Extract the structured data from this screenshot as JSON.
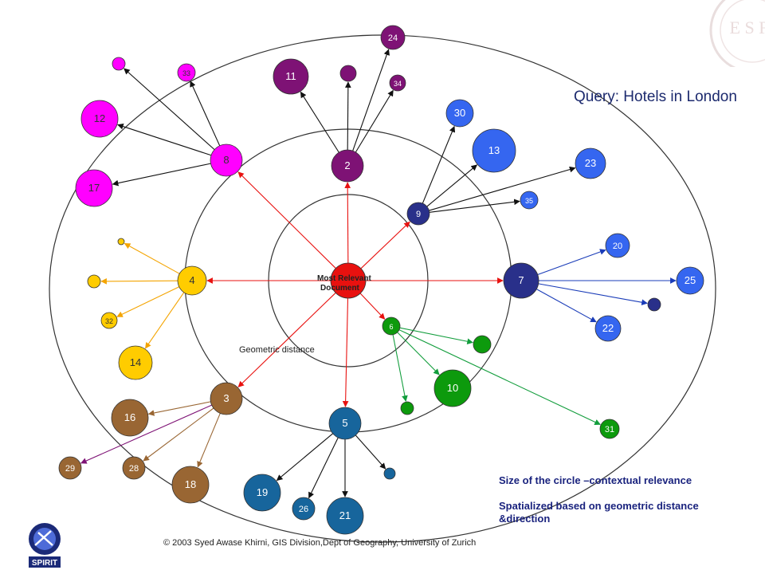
{
  "title": "Query: Hotels in London",
  "center_label": {
    "line1": "Most Relevant",
    "line2": "Document"
  },
  "geometric_label": "Geometric distance",
  "notes": [
    "Size of the circle –contextual relevance",
    "",
    "Spatialized based on geometric distance",
    "&direction"
  ],
  "copyright": "© 2003 Syed Awase Khirni, GIS Division,Dept of Geography, University of Zurich",
  "logo_text": "SPIRIT",
  "seal_text": "E S F",
  "colors": {
    "center": "#e8110f",
    "magenta": "#ff00ff",
    "purple": "#7e1275",
    "blue": "#3566f0",
    "navy": "#29308a",
    "gold": "#ffcc00",
    "brown": "#996633",
    "green": "#0d9a0d",
    "teal": "#17659c",
    "arrow_red": "#e8110f",
    "arrow_gold": "#f4a400",
    "arrow_green": "#129d3c",
    "arrow_brown": "#996633",
    "arrow_blue": "#1a3cb8",
    "text_navy": "#1a237e"
  },
  "nodes": [
    {
      "id": "center",
      "label": "",
      "group": "center"
    },
    {
      "id": "n2",
      "label": "2",
      "group": "purple"
    },
    {
      "id": "n3",
      "label": "3",
      "group": "brown"
    },
    {
      "id": "n4",
      "label": "4",
      "group": "gold"
    },
    {
      "id": "n5",
      "label": "5",
      "group": "teal"
    },
    {
      "id": "n6",
      "label": "6",
      "group": "green"
    },
    {
      "id": "n7",
      "label": "7",
      "group": "navy"
    },
    {
      "id": "n8",
      "label": "8",
      "group": "magenta"
    },
    {
      "id": "n9",
      "label": "9",
      "group": "navy"
    },
    {
      "id": "n10",
      "label": "10",
      "group": "green"
    },
    {
      "id": "n11",
      "label": "11",
      "group": "purple"
    },
    {
      "id": "n12",
      "label": "12",
      "group": "magenta"
    },
    {
      "id": "n13",
      "label": "13",
      "group": "blue"
    },
    {
      "id": "n14",
      "label": "14",
      "group": "gold"
    },
    {
      "id": "n16",
      "label": "16",
      "group": "brown"
    },
    {
      "id": "n17",
      "label": "17",
      "group": "magenta"
    },
    {
      "id": "n18",
      "label": "18",
      "group": "brown"
    },
    {
      "id": "n19",
      "label": "19",
      "group": "teal"
    },
    {
      "id": "n20",
      "label": "20",
      "group": "blue"
    },
    {
      "id": "n21",
      "label": "21",
      "group": "teal"
    },
    {
      "id": "n22",
      "label": "22",
      "group": "blue"
    },
    {
      "id": "n23",
      "label": "23",
      "group": "blue"
    },
    {
      "id": "n24",
      "label": "24",
      "group": "purple"
    },
    {
      "id": "n25",
      "label": "25",
      "group": "blue"
    },
    {
      "id": "n26",
      "label": "26",
      "group": "teal"
    },
    {
      "id": "n28",
      "label": "28",
      "group": "brown"
    },
    {
      "id": "n29",
      "label": "29",
      "group": "brown"
    },
    {
      "id": "n30",
      "label": "30",
      "group": "blue"
    },
    {
      "id": "n31",
      "label": "31",
      "group": "green"
    },
    {
      "id": "n32",
      "label": "32",
      "group": "gold"
    },
    {
      "id": "n33",
      "label": "33",
      "group": "magenta"
    },
    {
      "id": "n34",
      "label": "34",
      "group": "purple"
    },
    {
      "id": "n35",
      "label": "35",
      "group": "blue"
    },
    {
      "id": "u_purple",
      "label": "",
      "group": "purple"
    },
    {
      "id": "u_magenta",
      "label": "",
      "group": "magenta"
    },
    {
      "id": "u_gold_small",
      "label": "",
      "group": "gold"
    },
    {
      "id": "u_gold",
      "label": "",
      "group": "gold"
    },
    {
      "id": "u_green_a",
      "label": "",
      "group": "green"
    },
    {
      "id": "u_green_b",
      "label": "",
      "group": "green"
    },
    {
      "id": "u_teal",
      "label": "",
      "group": "teal"
    },
    {
      "id": "u_navy",
      "label": "",
      "group": "navy"
    }
  ],
  "edges": [
    {
      "from": "center",
      "to": "n2",
      "color": "arrow_red"
    },
    {
      "from": "center",
      "to": "n3",
      "color": "arrow_red"
    },
    {
      "from": "center",
      "to": "n4",
      "color": "arrow_red"
    },
    {
      "from": "center",
      "to": "n5",
      "color": "arrow_red"
    },
    {
      "from": "center",
      "to": "n6",
      "color": "arrow_red"
    },
    {
      "from": "center",
      "to": "n7",
      "color": "arrow_red"
    },
    {
      "from": "center",
      "to": "n8",
      "color": "arrow_red"
    },
    {
      "from": "center",
      "to": "n9",
      "color": "arrow_red"
    },
    {
      "from": "n2",
      "to": "n11",
      "color": "black"
    },
    {
      "from": "n2",
      "to": "u_purple",
      "color": "black"
    },
    {
      "from": "n2",
      "to": "n24",
      "color": "black"
    },
    {
      "from": "n2",
      "to": "n34",
      "color": "black"
    },
    {
      "from": "n8",
      "to": "u_magenta",
      "color": "black"
    },
    {
      "from": "n8",
      "to": "n33",
      "color": "black"
    },
    {
      "from": "n8",
      "to": "n12",
      "color": "black"
    },
    {
      "from": "n8",
      "to": "n17",
      "color": "black"
    },
    {
      "from": "n9",
      "to": "n30",
      "color": "black"
    },
    {
      "from": "n9",
      "to": "n13",
      "color": "black"
    },
    {
      "from": "n9",
      "to": "n23",
      "color": "black"
    },
    {
      "from": "n9",
      "to": "n35",
      "color": "black"
    },
    {
      "from": "n4",
      "to": "u_gold_small",
      "color": "arrow_gold"
    },
    {
      "from": "n4",
      "to": "u_gold",
      "color": "arrow_gold"
    },
    {
      "from": "n4",
      "to": "n32",
      "color": "arrow_gold"
    },
    {
      "from": "n4",
      "to": "n14",
      "color": "arrow_gold"
    },
    {
      "from": "n7",
      "to": "n20",
      "color": "arrow_blue"
    },
    {
      "from": "n7",
      "to": "n25",
      "color": "arrow_blue"
    },
    {
      "from": "n7",
      "to": "u_navy",
      "color": "arrow_blue"
    },
    {
      "from": "n7",
      "to": "n22",
      "color": "arrow_blue"
    },
    {
      "from": "n6",
      "to": "u_green_a",
      "color": "arrow_green"
    },
    {
      "from": "n6",
      "to": "n10",
      "color": "arrow_green"
    },
    {
      "from": "n6",
      "to": "u_green_b",
      "color": "arrow_green"
    },
    {
      "from": "n6",
      "to": "n31",
      "color": "arrow_green"
    },
    {
      "from": "n3",
      "to": "n16",
      "color": "arrow_brown"
    },
    {
      "from": "n3",
      "to": "n29",
      "color": "purple"
    },
    {
      "from": "n3",
      "to": "n28",
      "color": "arrow_brown"
    },
    {
      "from": "n3",
      "to": "n18",
      "color": "arrow_brown"
    },
    {
      "from": "n5",
      "to": "n19",
      "color": "black"
    },
    {
      "from": "n5",
      "to": "n26",
      "color": "black"
    },
    {
      "from": "n5",
      "to": "n21",
      "color": "black"
    },
    {
      "from": "n5",
      "to": "u_teal",
      "color": "black"
    }
  ]
}
